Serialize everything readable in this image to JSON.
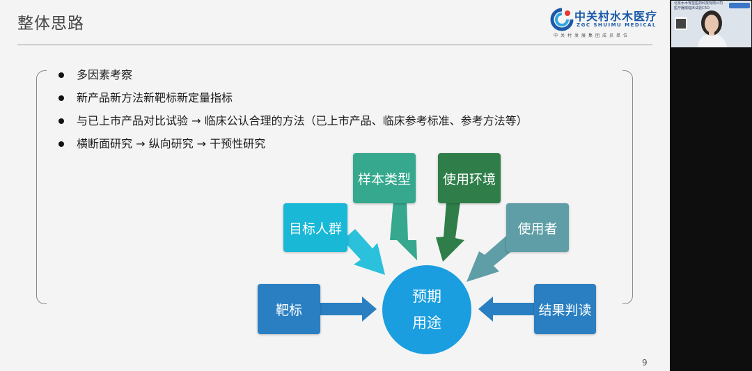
{
  "slide": {
    "title": "整体思路",
    "page_number": "9",
    "logo": {
      "name": "中关村水木医疗",
      "english": "ZGC SHUIMU MEDICAL",
      "subtitle": "中关村发展集团成员单位",
      "colors": [
        "#1c5aa8",
        "#2fa7e0",
        "#e23a3a"
      ]
    },
    "bullets": [
      "多因素考察",
      "新产品新方法新靶标新定量指标",
      "与已上市产品对比试验 → 临床公认合理的方法（已上市产品、临床参考标准、参考方法等）",
      "横断面研究 → 纵向研究 → 干预性研究"
    ],
    "diagram": {
      "center": {
        "line1": "预期",
        "line2": "用途",
        "color": "#1a9ee0"
      },
      "nodes": {
        "target_population": {
          "label": "目标人群",
          "color": "#18b8d6"
        },
        "sample_type": {
          "label": "样本类型",
          "color": "#35a88e"
        },
        "use_environment": {
          "label": "使用环境",
          "color": "#2f7e4a"
        },
        "user": {
          "label": "使用者",
          "color": "#5f9ea6"
        },
        "target": {
          "label": "靶标",
          "color": "#2a7fc2"
        },
        "result_interpretation": {
          "label": "结果判读",
          "color": "#2a7fc2"
        }
      }
    }
  },
  "sidebar": {
    "webcam": {
      "caption_line1": "北京水木胃苗医药科技有限公司",
      "caption_line2": "医疗器械临床试验CRO"
    }
  }
}
